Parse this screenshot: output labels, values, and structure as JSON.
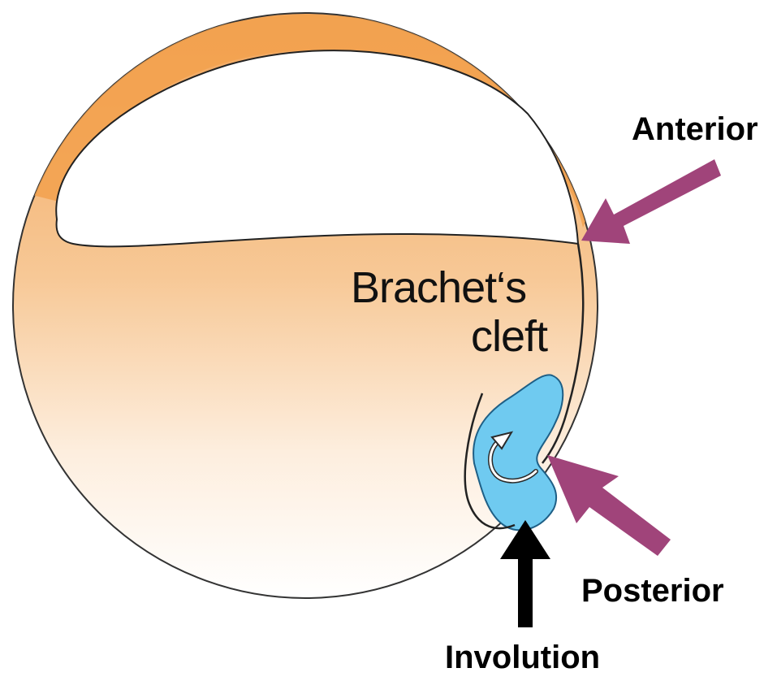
{
  "labels": {
    "anterior": "Anterior",
    "cleft_line1": "Brachet‘s",
    "cleft_line2": "cleft",
    "posterior": "Posterior",
    "involution": "Involution"
  },
  "colors": {
    "ectoderm_orange": "#f2a14e",
    "yolk_top": "#f4b36f",
    "yolk_bottom": "#ffffff",
    "blastocoel": "#ffffff",
    "mesoderm_blue": "#6fcaf0",
    "arrow_magenta": "#a0447a",
    "arrow_black": "#000000",
    "outline": "#333333"
  },
  "icons": {
    "involution_motion": "curved-arrow-icon"
  }
}
